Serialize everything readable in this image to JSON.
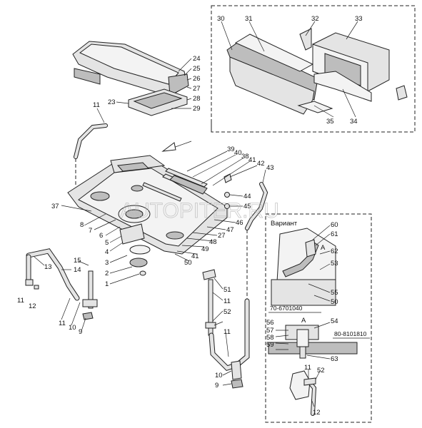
{
  "watermark": "AUTOPITER.RU",
  "inset_top_labels": [
    "30",
    "31",
    "32",
    "33",
    "34",
    "35"
  ],
  "inset_right": {
    "variant_label": "Вариант",
    "callout_a": "A",
    "code_1": "70-6701040",
    "code_2": "80-8101810"
  },
  "labels": [
    "24",
    "25",
    "26",
    "27",
    "28",
    "29",
    "23",
    "11",
    "39",
    "40",
    "38",
    "41",
    "42",
    "43",
    "44",
    "45",
    "37",
    "8",
    "7",
    "6",
    "5",
    "4",
    "3",
    "2",
    "1",
    "46",
    "47",
    "48",
    "49",
    "50",
    "41",
    "27",
    "13",
    "14",
    "15",
    "11",
    "12",
    "11",
    "10",
    "9",
    "51",
    "11",
    "52",
    "11",
    "10",
    "9",
    "60",
    "61",
    "62",
    "53",
    "55",
    "50",
    "54",
    "56",
    "57",
    "58",
    "59",
    "63",
    "11",
    "52",
    "12"
  ]
}
